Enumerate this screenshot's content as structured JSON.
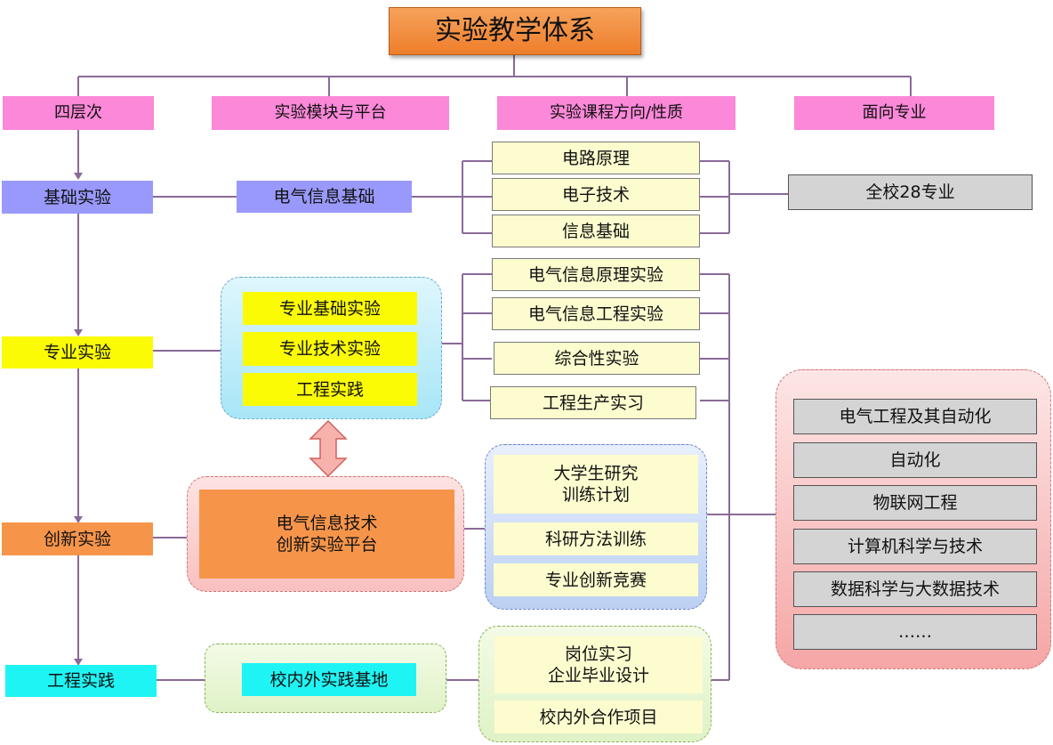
{
  "title": "实验教学体系",
  "headers": [
    "四层次",
    "实验模块与平台",
    "实验课程方向/性质",
    "面向专业"
  ],
  "levels": [
    "基础实验",
    "专业实验",
    "创新实验",
    "工程实践"
  ],
  "modules": {
    "basic": "电气信息基础",
    "professional": [
      "专业基础实验",
      "专业技术实验",
      "工程实践"
    ],
    "innovation": "电气信息技术\n创新实验平台",
    "engineering": "校内外实践基地"
  },
  "courses": {
    "basic": [
      "电路原理",
      "电子技术",
      "信息基础"
    ],
    "professional": [
      "电气信息原理实验",
      "电气信息工程实验",
      "综合性实验",
      "工程生产实习"
    ],
    "innovation": [
      "大学生研究\n训练计划",
      "科研方法训练",
      "专业创新竞赛"
    ],
    "engineering": [
      "岗位实习\n企业毕业设计",
      "校内外合作项目"
    ]
  },
  "majors": {
    "all": "全校28专业",
    "list": [
      "电气工程及其自动化",
      "自动化",
      "物联网工程",
      "计算机科学与技术",
      "数据科学与大数据技术",
      "……"
    ]
  },
  "colors": {
    "title": "#ee7e2a",
    "header": "#fb88d8",
    "level_basic": "#9999fb",
    "level_professional": "#fbfb06",
    "level_innovation": "#f6954a",
    "level_engineering": "#1ff4f4",
    "course": "#fdfccf",
    "major": "#d4d4d4",
    "connector": "#8a6a98"
  }
}
